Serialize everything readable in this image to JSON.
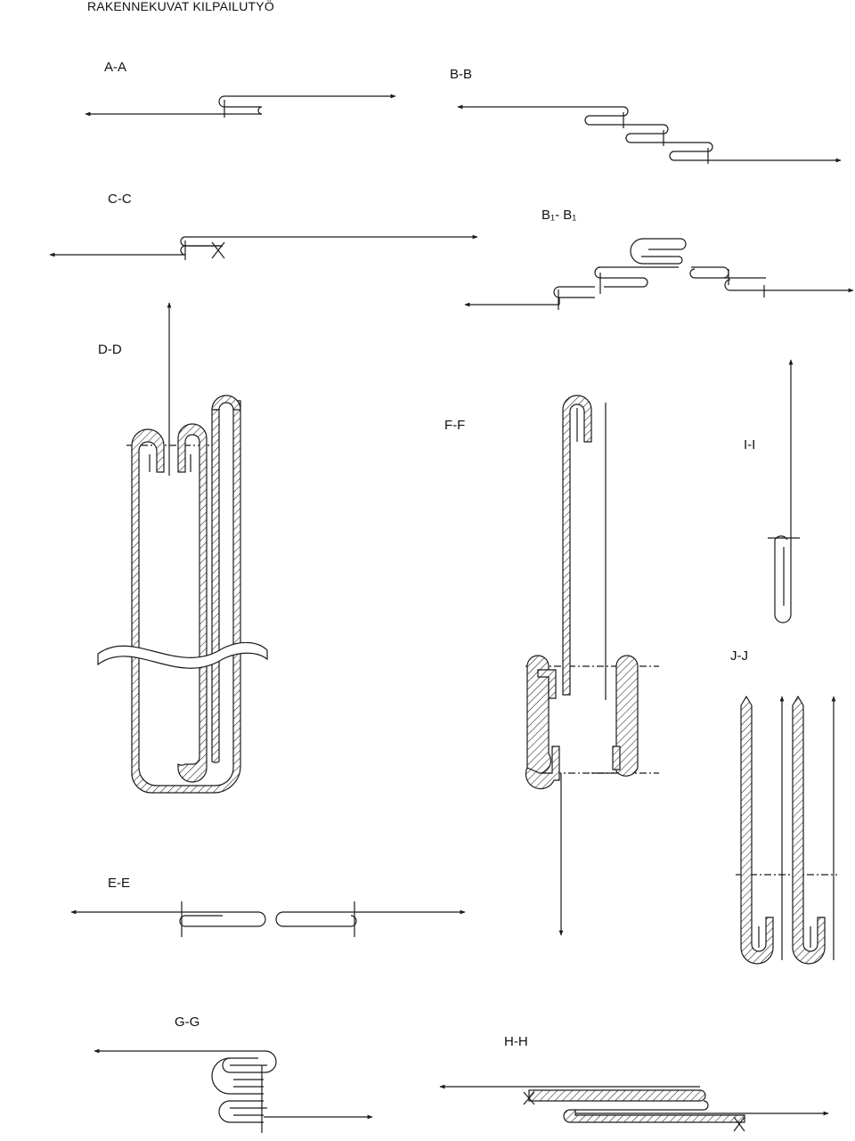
{
  "title": "RAKENNEKUVAT KILPAILUTYÖ",
  "sections": {
    "aa": "A-A",
    "bb": "B-B",
    "cc": "C-C",
    "b1b1": "B₁- B₁",
    "dd": "D-D",
    "ee": "E-E",
    "ff": "F-F",
    "gg": "G-G",
    "hh": "H-H",
    "ii": "I-I",
    "jj": "J-J"
  },
  "colors": {
    "line": "#1a1a1a",
    "paper": "#ffffff"
  }
}
